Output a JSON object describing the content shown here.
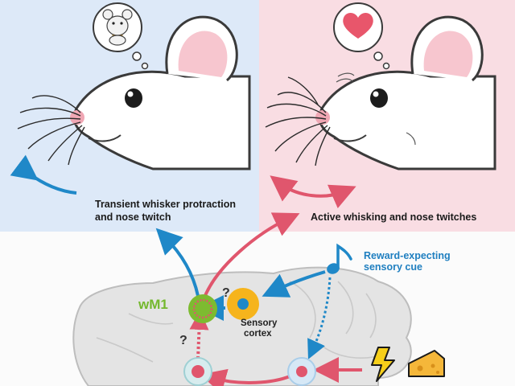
{
  "panels": {
    "left_caption_line1": "Transient whisker protraction",
    "left_caption_line2": "and nose twitch",
    "right_caption": "Active whisking and nose twitches"
  },
  "labels": {
    "cue_line1": "Reward-expecting",
    "cue_line2": "sensory cue",
    "wm1": "wM1",
    "sensory_line1": "Sensory",
    "sensory_line2": "cortex",
    "question": "?"
  },
  "colors": {
    "blue_pathway": "#1f88c8",
    "red_pathway": "#e0566d",
    "wm1_green": "#7dbb30",
    "sensory_orange": "#f6b41c",
    "left_panel_bg": "#dde9f8",
    "right_panel_bg": "#f9dde3"
  },
  "icons": {
    "left_thought": "mouse-eating-cheese-icon",
    "right_thought": "heart-icon",
    "cue": "music-note-icon",
    "reward": "lightning-bolt-icon",
    "food": "cheese-icon"
  }
}
